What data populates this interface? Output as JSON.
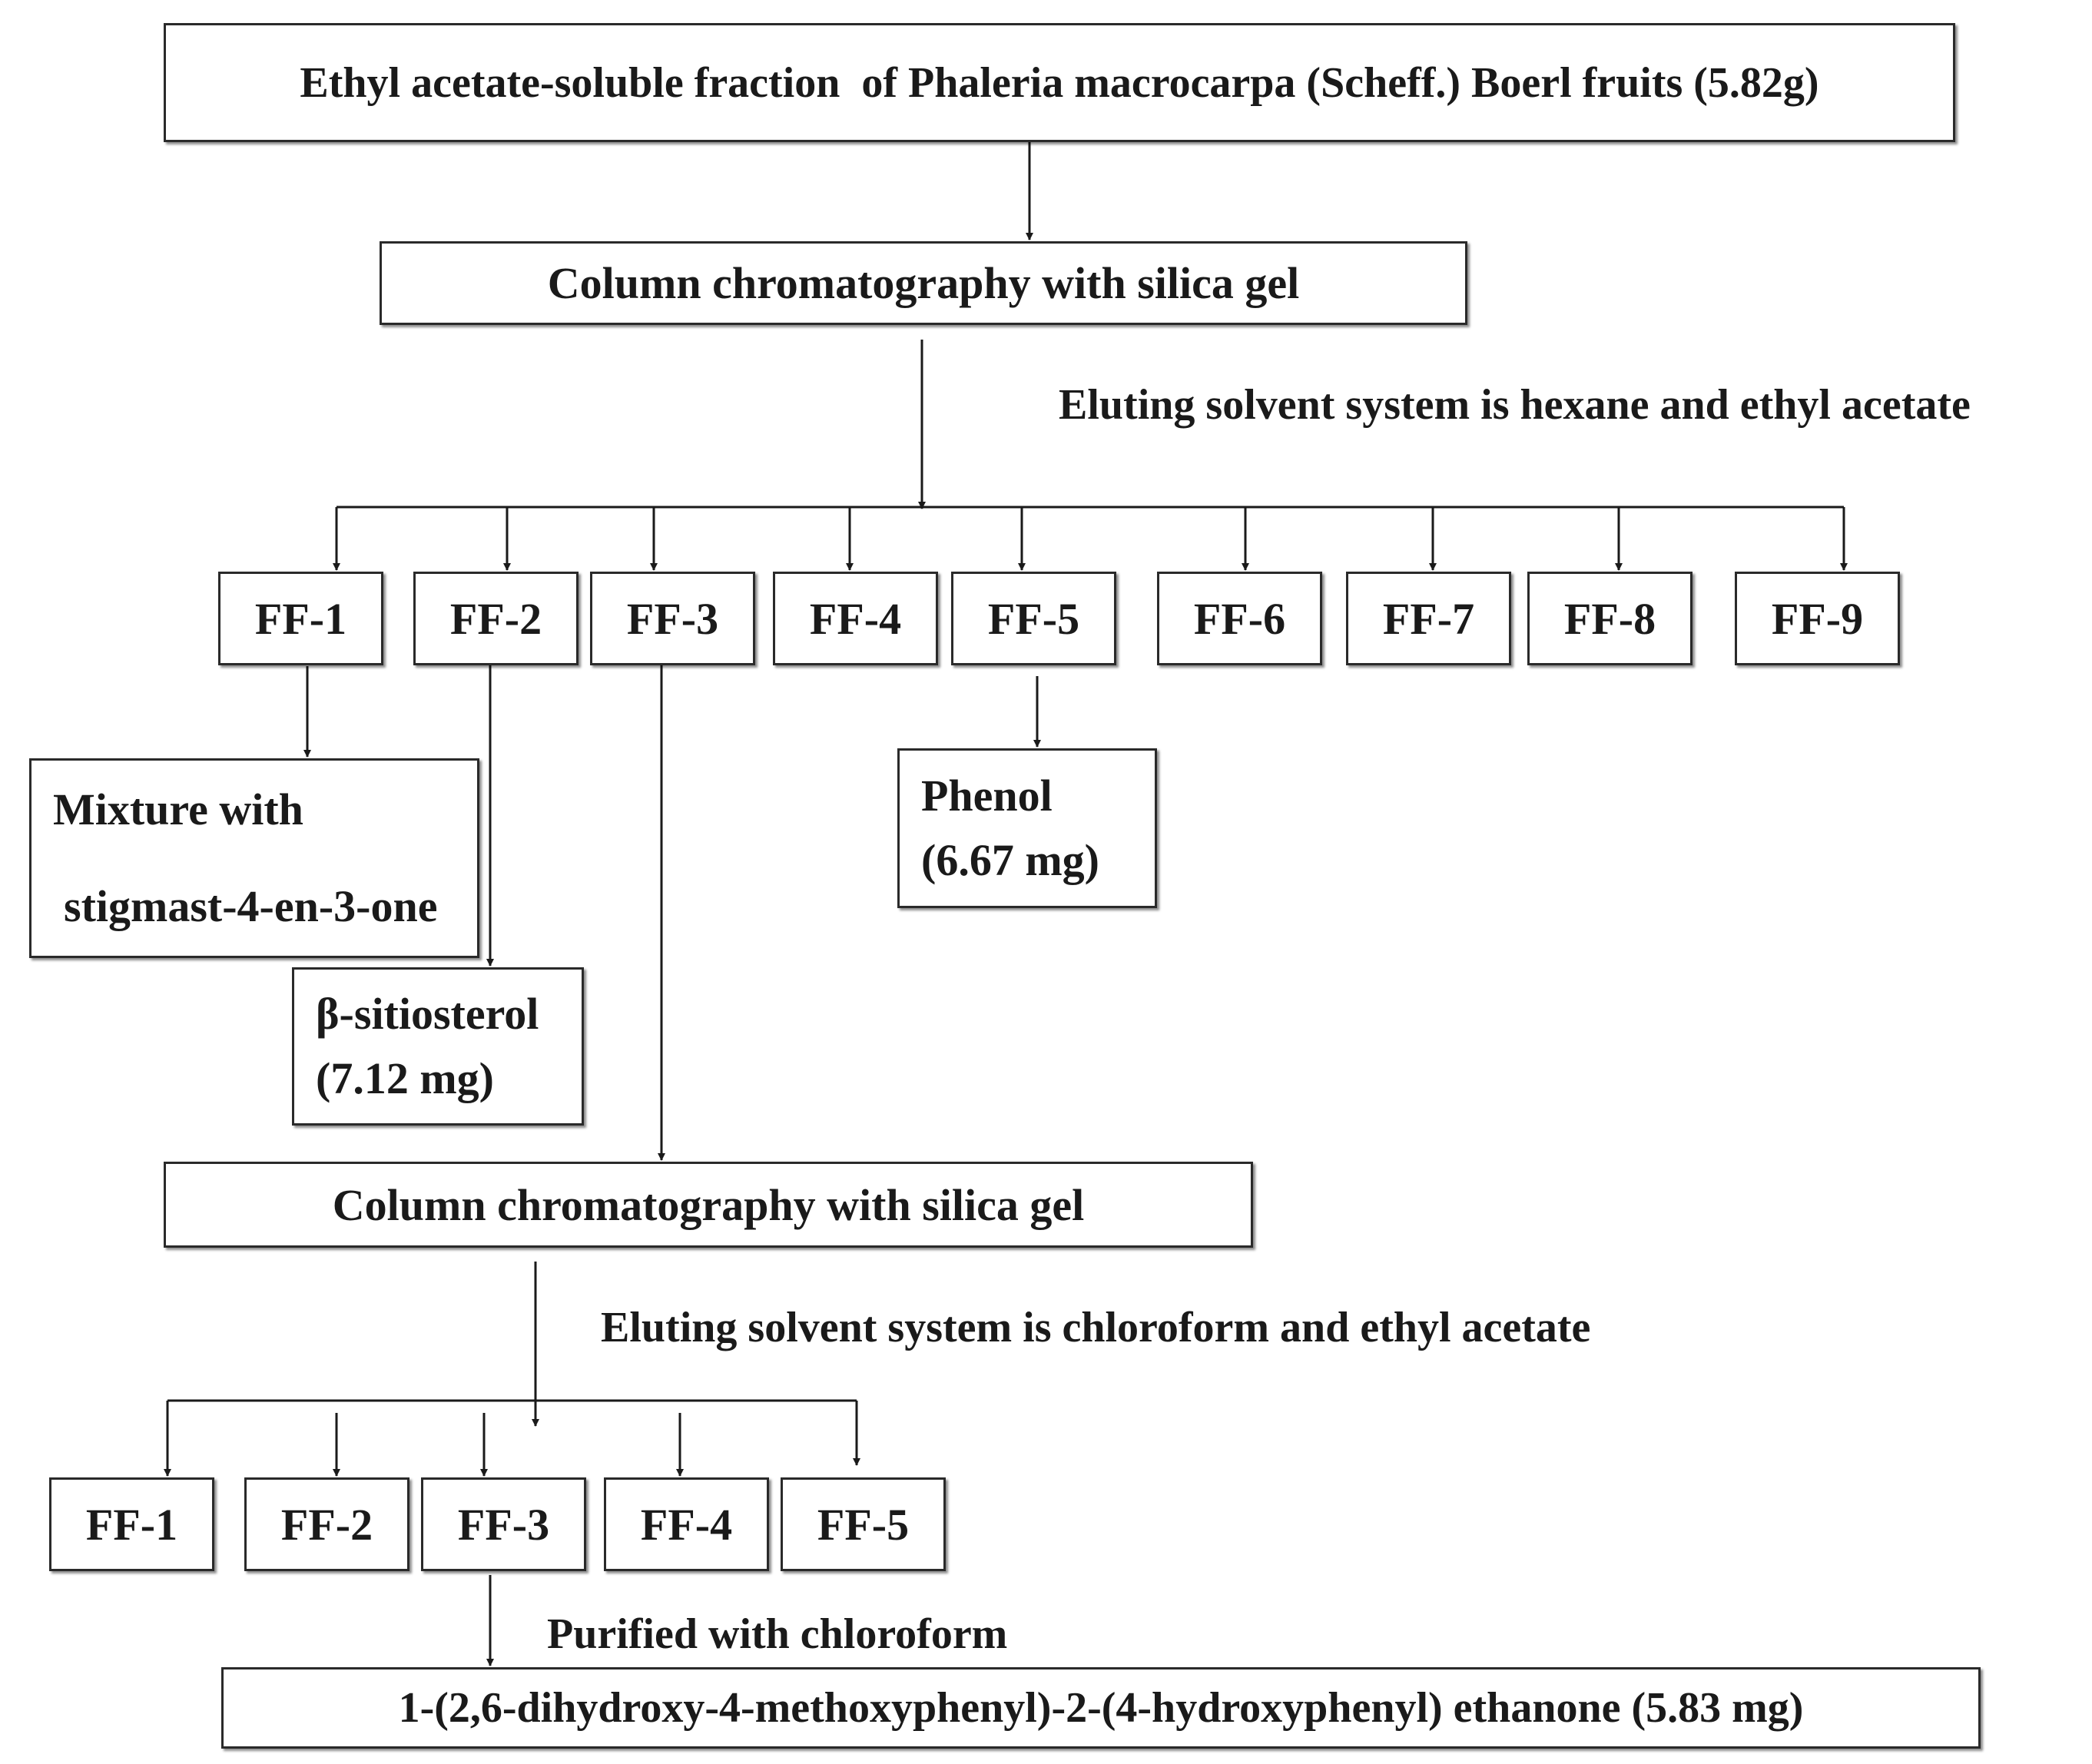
{
  "start": "Ethyl acetate-soluble fraction  of Phaleria macrocarpa (Scheff.) Boerl fruits (5.82g)",
  "step1": {
    "process": "Column chromatography with silica gel",
    "solvent": "Eluting solvent system is hexane and ethyl acetate",
    "fractions": [
      "FF-1",
      "FF-2",
      "FF-3",
      "FF-4",
      "FF-5",
      "FF-6",
      "FF-7",
      "FF-8",
      "FF-9"
    ]
  },
  "products": {
    "mixture_line1": "Mixture with",
    "mixture_line2": "stigmast-4-en-3-one",
    "sitosterol_line1": "β-sitiosterol",
    "sitosterol_line2": "(7.12 mg)",
    "phenol_line1": "Phenol",
    "phenol_line2": "(6.67 mg)"
  },
  "step2": {
    "process": "Column chromatography with silica gel",
    "solvent": "Eluting solvent system is chloroform and ethyl acetate",
    "fractions": [
      "FF-1",
      "FF-2",
      "FF-3",
      "FF-4",
      "FF-5"
    ]
  },
  "purification": "Purified with chloroform",
  "final_product": "1-(2,6-dihydroxy-4-methoxyphenyl)-2-(4-hydroxyphenyl) ethanone (5.83 mg)"
}
